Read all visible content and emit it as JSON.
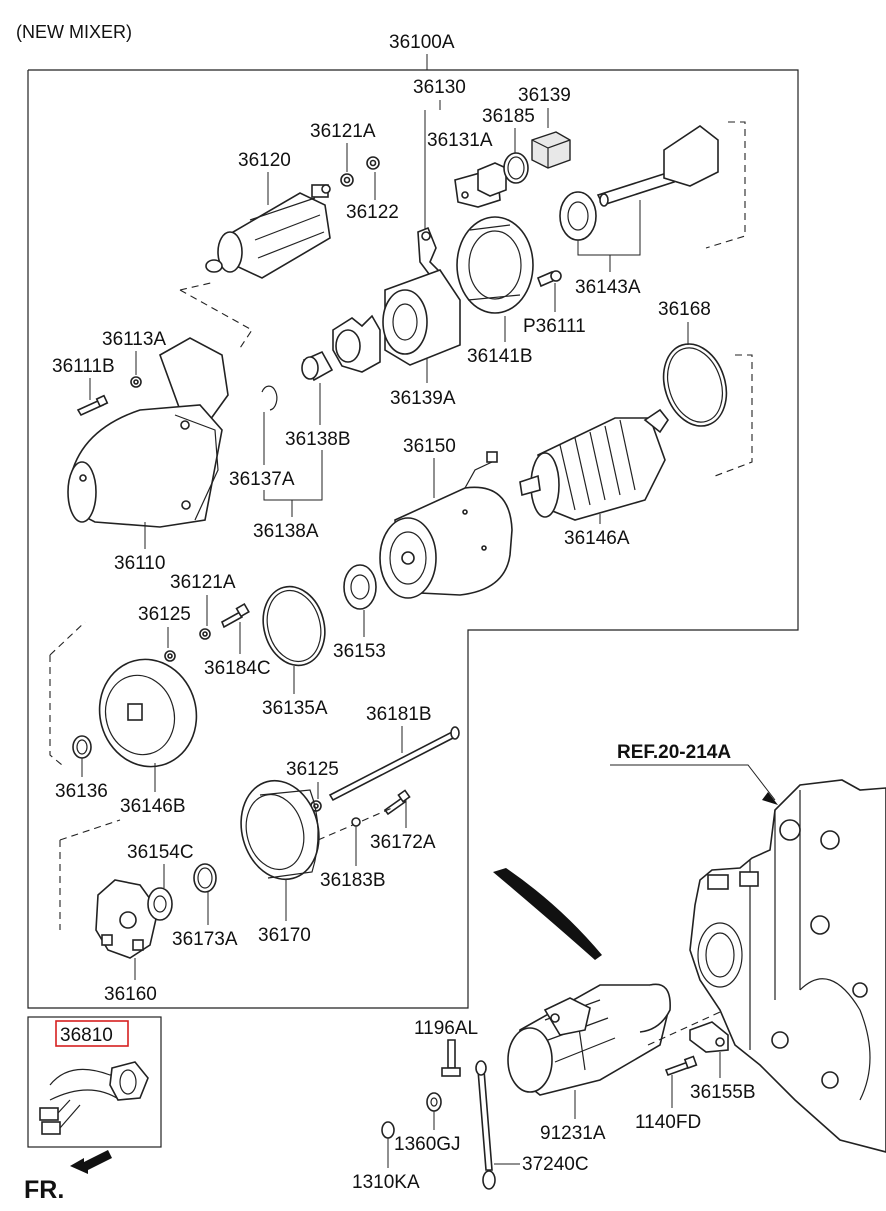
{
  "header": {
    "title": "(NEW MIXER)",
    "assembly": "36100A"
  },
  "labels": {
    "p36130": "36130",
    "p36139": "36139",
    "p36185": "36185",
    "p36131A": "36131A",
    "p36121A_top": "36121A",
    "p36120": "36120",
    "p36122": "36122",
    "p36143A": "36143A",
    "pP36111": "P36111",
    "p36141B": "36141B",
    "p36168": "36168",
    "p36113A": "36113A",
    "p36111B": "36111B",
    "p36139A": "36139A",
    "p36138B": "36138B",
    "p36137A": "36137A",
    "p36138A": "36138A",
    "p36150": "36150",
    "p36146A": "36146A",
    "p36110": "36110",
    "p36121A_mid": "36121A",
    "p36125_mid": "36125",
    "p36184C": "36184C",
    "p36153": "36153",
    "p36135A": "36135A",
    "p36181B": "36181B",
    "p36136": "36136",
    "p36146B": "36146B",
    "p36125_low": "36125",
    "p36172A": "36172A",
    "p36154C": "36154C",
    "p36183B": "36183B",
    "p36173A": "36173A",
    "p36170": "36170",
    "p36160": "36160",
    "p36810": "36810",
    "p1196AL": "1196AL",
    "p91231A": "91231A",
    "p1140FD": "1140FD",
    "p36155B": "36155B",
    "p1360GJ": "1360GJ",
    "p37240C": "37240C",
    "p1310KA": "1310KA"
  },
  "ref": "REF.20-214A",
  "fr": "FR.",
  "colors": {
    "highlight_box": "#d62020"
  },
  "icons": {
    "front_arrow": "arrow-left-down-icon"
  }
}
